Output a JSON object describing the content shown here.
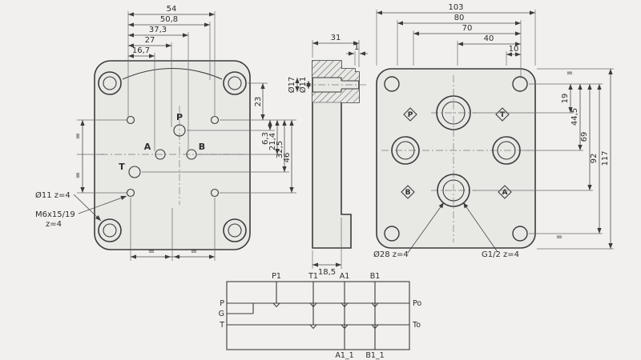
{
  "drawing": {
    "front": {
      "dims_top": [
        "54",
        "50,8",
        "37,3",
        "27",
        "16,7"
      ],
      "dims_right": [
        "23",
        "6,3",
        "21,4",
        "32,5",
        "46"
      ],
      "ports": {
        "p": "P",
        "a": "A",
        "b": "B",
        "t": "T"
      },
      "callout_hole": "Ø11 z=4",
      "callout_thread1": "M6x15/19",
      "callout_thread2": "z=4",
      "equal": "="
    },
    "side": {
      "dim_width": "31",
      "dim_step": "1",
      "dim_bottom": "18,5",
      "label_outer": "Ø17",
      "label_inner": "Ø11"
    },
    "back": {
      "dims_top": [
        "103",
        "80",
        "70",
        "40",
        "10"
      ],
      "dims_right": [
        "19",
        "44,5",
        "69",
        "92",
        "117"
      ],
      "ports": {
        "p": "P",
        "t": "T",
        "b": "B",
        "a": "A"
      },
      "callout_port": "Ø28 z=4",
      "callout_thread": "G1/2 z=4",
      "equal": "="
    },
    "schematic": {
      "top": [
        "P1",
        "T1",
        "A1",
        "B1"
      ],
      "left": [
        "P",
        "G",
        "T"
      ],
      "right": [
        "Po",
        "To"
      ],
      "bottom": [
        "A1_1",
        "B1_1"
      ]
    }
  },
  "colors": {
    "background": "#f1f0ee",
    "line": "#3b3b3b",
    "plate_fill": "#e8e8e5",
    "dim_line": "#4a4a4a"
  }
}
